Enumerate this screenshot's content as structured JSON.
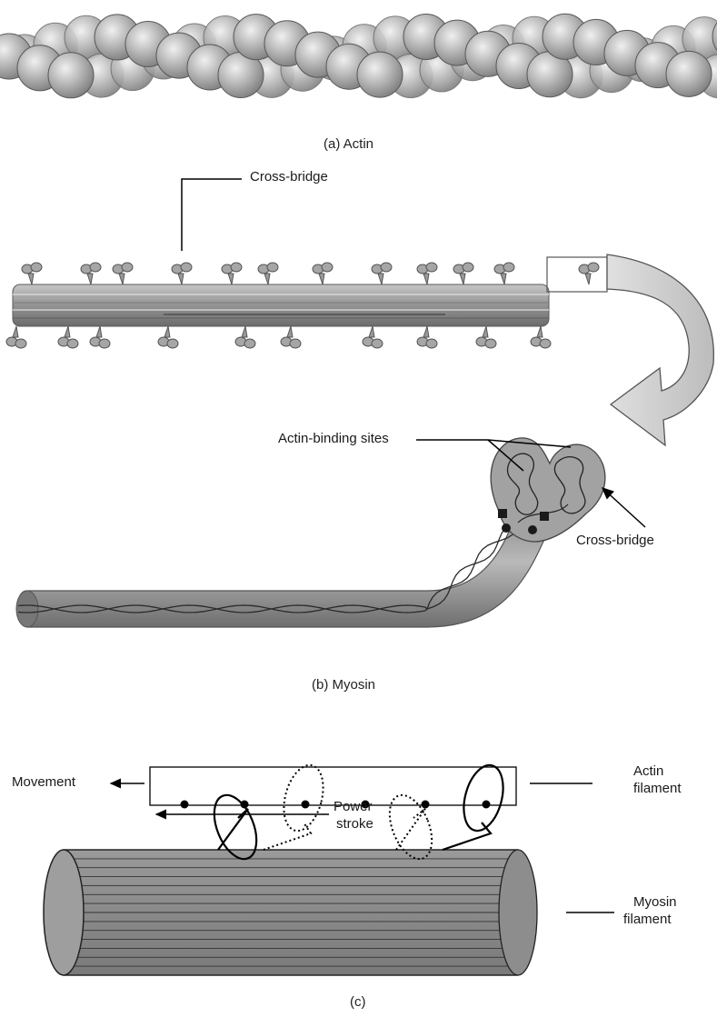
{
  "panel_a": {
    "caption": "(a) Actin"
  },
  "panel_b": {
    "caption": "(b) Myosin",
    "cross_bridge_top_label": "Cross-bridge",
    "actin_binding_sites_label": "Actin-binding sites",
    "cross_bridge_head_label": "Cross-bridge"
  },
  "panel_c": {
    "caption": "(c)",
    "movement_label": "Movement",
    "actin_filament_label_line1": "Actin",
    "actin_filament_label_line2": "filament",
    "power_stroke_line1": "Power",
    "power_stroke_line2": "stroke",
    "myosin_filament_label_line1": "Myosin",
    "myosin_filament_label_line2": "filament"
  },
  "colors": {
    "bead": "#b4b4b4",
    "bead_highlight": "#eaeaea",
    "filament": "#8e8e8e",
    "cylinder": "#8c8c8c",
    "cylinder_end": "#a8a8a8",
    "line": "#000000"
  }
}
